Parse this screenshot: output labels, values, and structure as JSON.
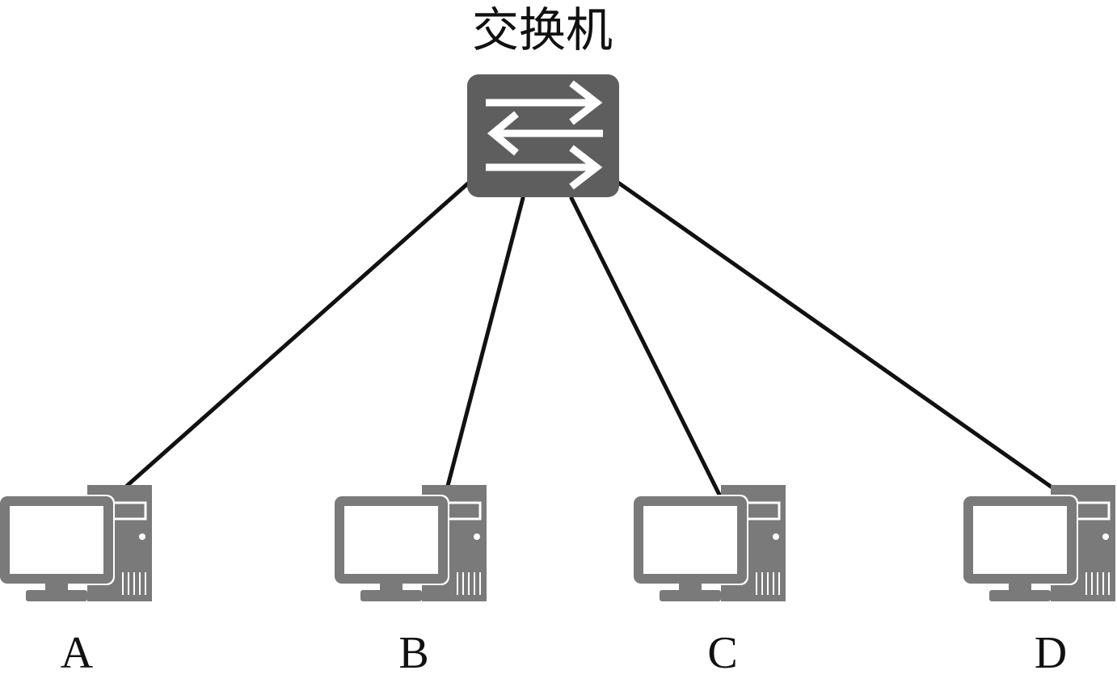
{
  "switch": {
    "label": "交换机",
    "icon": "network-switch-icon"
  },
  "computers": [
    {
      "label": "A",
      "icon": "desktop-computer-icon"
    },
    {
      "label": "B",
      "icon": "desktop-computer-icon"
    },
    {
      "label": "C",
      "icon": "desktop-computer-icon"
    },
    {
      "label": "D",
      "icon": "desktop-computer-icon"
    }
  ],
  "colors": {
    "switch_body": "#5e5e5e",
    "computer_body": "#7a7a7a",
    "link_line": "#111111",
    "arrow": "#ffffff"
  }
}
